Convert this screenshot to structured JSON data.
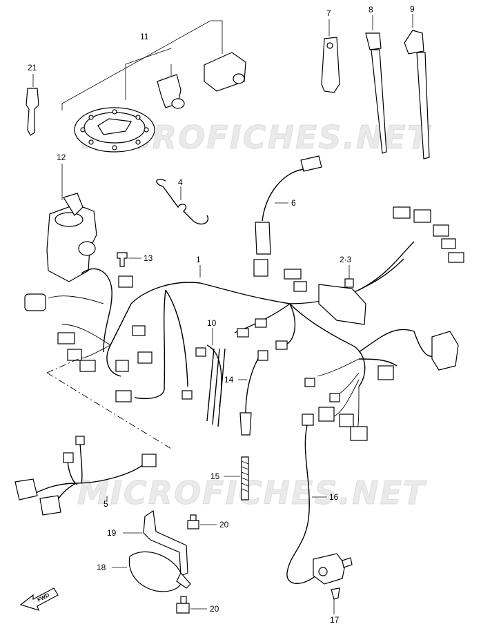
{
  "watermark": "MICROFICHES.NET",
  "fwd_label": "FWD",
  "callouts": {
    "p1": "1",
    "p23": "2·3",
    "p4": "4",
    "p5": "5",
    "p6": "6",
    "p7": "7",
    "p8": "8",
    "p9": "9",
    "p10": "10",
    "p11": "11",
    "p12": "12",
    "p13": "13",
    "p14": "14",
    "p15": "15",
    "p16": "16",
    "p17": "17",
    "p18": "18",
    "p19": "19",
    "p20a": "20",
    "p20b": "20",
    "p21": "21"
  }
}
